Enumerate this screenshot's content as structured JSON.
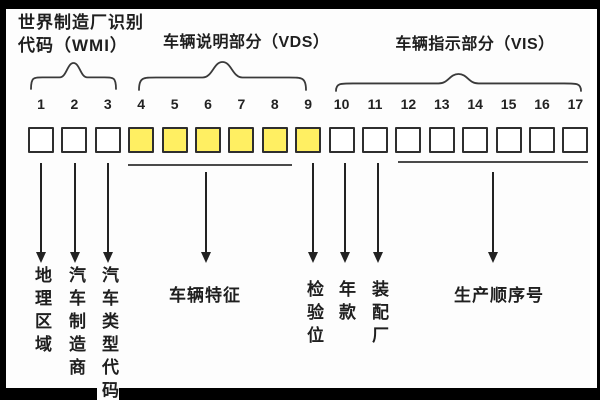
{
  "diagram": {
    "sections": {
      "wmi": {
        "title_line1": "世界制造厂识别",
        "title_line2": "代码（WMI）"
      },
      "vds": {
        "title": "车辆说明部分（VDS）"
      },
      "vis": {
        "title": "车辆指示部分（VIS）"
      }
    },
    "positions": [
      1,
      2,
      3,
      4,
      5,
      6,
      7,
      8,
      9,
      10,
      11,
      12,
      13,
      14,
      15,
      16,
      17
    ],
    "highlighted_positions": [
      4,
      5,
      6,
      7,
      8,
      9
    ],
    "highlight_color": "#ffef62",
    "box_border_color": "#2e2e2e",
    "frame_color": "#000000",
    "annotations": {
      "geo_region": "地理区域",
      "manufacturer": "汽车制造商",
      "vehicle_type_code": "汽车类型代码",
      "vehicle_features": "车辆特征",
      "check_digit": "检验位",
      "model_year": "年款",
      "assembly_plant": "装配厂",
      "serial_number": "生产顺序号"
    }
  }
}
